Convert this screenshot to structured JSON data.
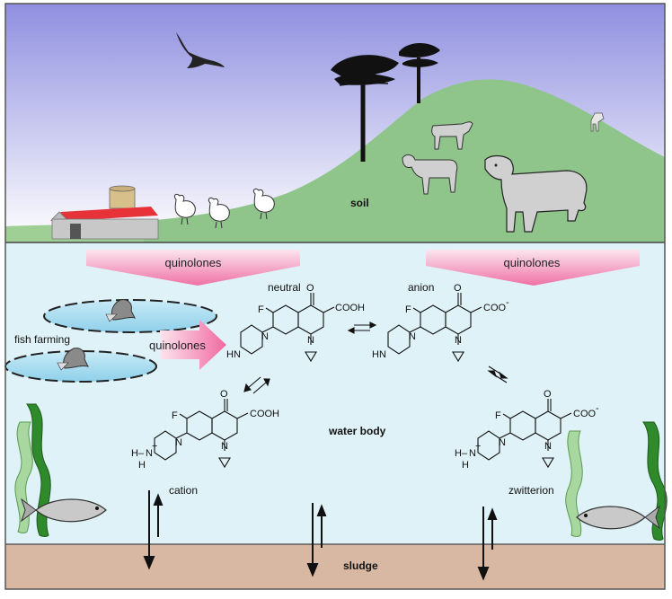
{
  "labels": {
    "soil": "soil",
    "water_body": "water body",
    "sludge": "sludge",
    "fish_farming": "fish farming"
  },
  "flows": {
    "left_down": "quinolones",
    "right_down": "quinolones",
    "fish_farm_arrow": "quinolones"
  },
  "species": {
    "neutral": {
      "name": "neutral",
      "acid": "COOH",
      "f": "F",
      "o": "O",
      "n_ring": "N",
      "n_pip": "N",
      "nh": "HN"
    },
    "anion": {
      "name": "anion",
      "acid": "COO",
      "charge": "-",
      "f": "F",
      "o": "O",
      "n_ring": "N",
      "n_pip": "N",
      "nh": "HN"
    },
    "cation": {
      "name": "cation",
      "acid": "COOH",
      "f": "F",
      "o": "O",
      "n_ring": "N",
      "n_pip": "N",
      "h_top": "H",
      "h_bottom": "H",
      "n_plus": "N",
      "plus": "+",
      "dash": "–"
    },
    "zwitterion": {
      "name": "zwitterion",
      "acid": "COO",
      "charge": "-",
      "f": "F",
      "o": "O",
      "n_ring": "N",
      "n_pip": "N",
      "h_top": "H",
      "h_bottom": "H",
      "n_plus": "N",
      "plus": "+",
      "dash": "–"
    }
  },
  "colors": {
    "sky_top": "#8f8fe0",
    "sky_bottom": "#ffffff",
    "hill": "#8fc48a",
    "water": "#dff2f8",
    "sludge": "#d9b8a3",
    "flow_arrow": "#f06aa0",
    "roof": "#e8323a"
  },
  "icons": [
    "bird-icon",
    "tree-icon",
    "barn-icon",
    "chicken-icon",
    "cow-icon",
    "fish-icon",
    "seaweed-icon",
    "fish-pond-icon"
  ]
}
